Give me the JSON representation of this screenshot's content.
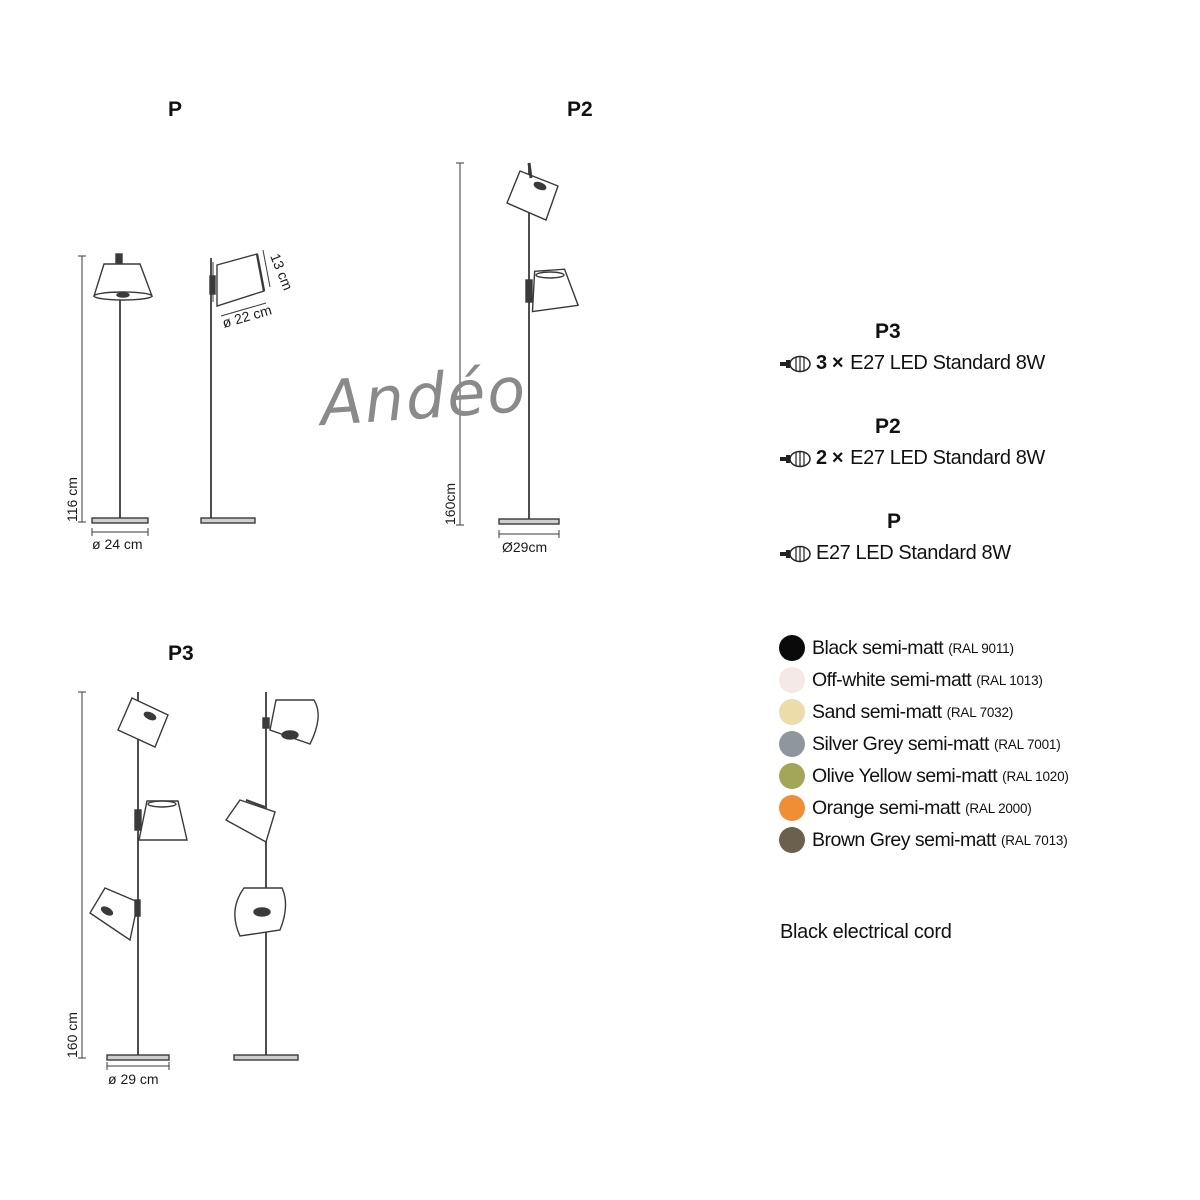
{
  "models": {
    "p": {
      "title": "P",
      "height_label": "116 cm",
      "base_label": "ø 24 cm",
      "shade_diameter_label": "ø 22 cm",
      "shade_height_label": "13 cm"
    },
    "p2": {
      "title": "P2",
      "height_label": "160cm",
      "base_label": "Ø29cm"
    },
    "p3": {
      "title": "P3",
      "height_label": "160 cm",
      "base_label": "ø 29 cm"
    }
  },
  "specs": [
    {
      "model": "P3",
      "qty": "3 ×",
      "bulb": "E27 LED Standard 8W"
    },
    {
      "model": "P2",
      "qty": "2 ×",
      "bulb": "E27 LED Standard 8W"
    },
    {
      "model": "P",
      "qty": "",
      "bulb": "E27 LED Standard 8W"
    }
  ],
  "finishes": [
    {
      "name": "Black semi-matt",
      "ral": "(RAL 9011)",
      "color": "#0a0a0a"
    },
    {
      "name": "Off-white semi-matt",
      "ral": "(RAL 1013)",
      "color": "#f4e9e6"
    },
    {
      "name": "Sand semi-matt",
      "ral": "(RAL 7032)",
      "color": "#ecdcaa"
    },
    {
      "name": "Silver Grey semi-matt",
      "ral": "(RAL 7001)",
      "color": "#8f979d"
    },
    {
      "name": "Olive Yellow semi-matt",
      "ral": "(RAL 1020)",
      "color": "#a3a657"
    },
    {
      "name": "Orange semi-matt",
      "ral": "(RAL 2000)",
      "color": "#f08d35"
    },
    {
      "name": "Brown Grey semi-matt",
      "ral": "(RAL 7013)",
      "color": "#6b5f4e"
    }
  ],
  "cord_note": "Black electrical cord",
  "watermark": "Andéo",
  "icons": {
    "bulb": "bulb-icon",
    "finish_swatch": "color-swatch"
  }
}
